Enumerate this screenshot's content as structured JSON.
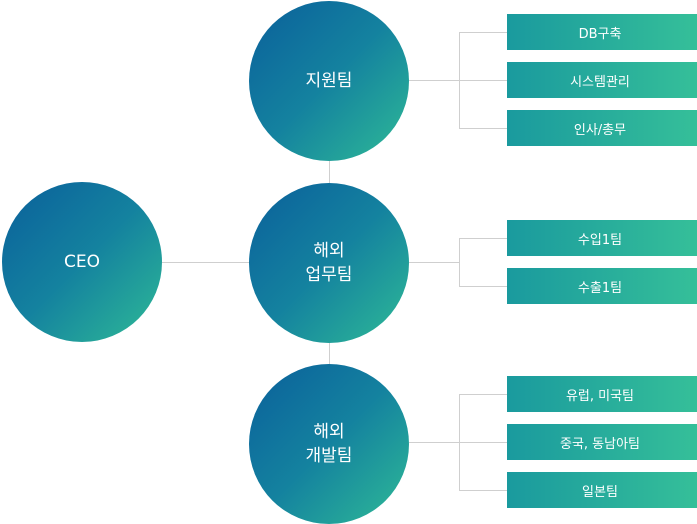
{
  "ceo": {
    "label": "CEO"
  },
  "departments": [
    {
      "lines": [
        "지원팀"
      ],
      "teams": [
        "DB구축",
        "시스템관리",
        "인사/총무"
      ]
    },
    {
      "lines": [
        "해외",
        "업무팀"
      ],
      "teams": [
        "수입1팀",
        "수출1팀"
      ]
    },
    {
      "lines": [
        "해외",
        "개발팀"
      ],
      "teams": [
        "유럽, 미국팀",
        "중국, 동남아팀",
        "일본팀"
      ]
    }
  ],
  "colors": {
    "gradient_start": "#0a5f9b",
    "gradient_end": "#2fbb96",
    "connector": "#cfcfcf"
  }
}
